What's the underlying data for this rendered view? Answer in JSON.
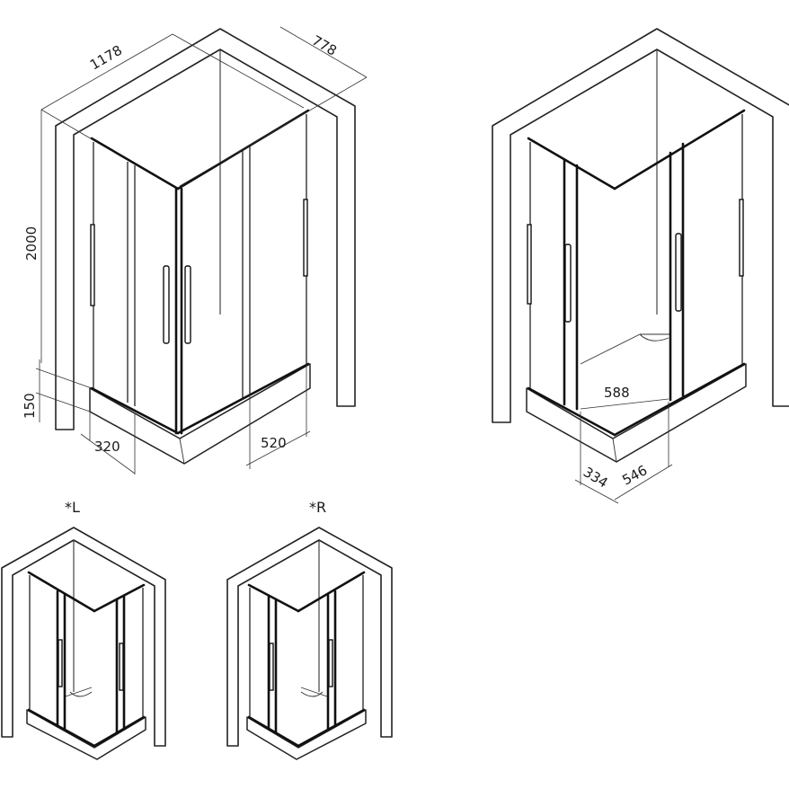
{
  "dimensions": {
    "width": "1178",
    "depth": "778",
    "height": "2000",
    "tray_height": "150",
    "door_side": "320",
    "door_front": "520",
    "opening_diagonal": "588",
    "entry_side": "334",
    "entry_front": "546"
  },
  "variants": {
    "left_label": "*L",
    "right_label": "*R"
  },
  "colors": {
    "line": "#222222",
    "background": "#ffffff"
  }
}
